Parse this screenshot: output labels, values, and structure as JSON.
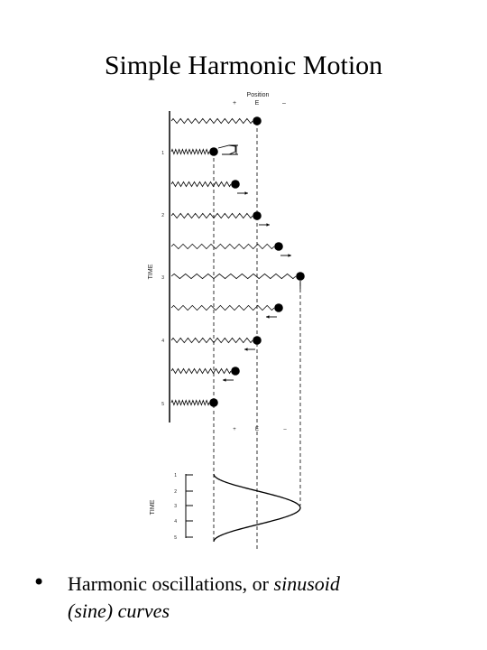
{
  "slide": {
    "title": "Simple Harmonic Motion",
    "bullet": {
      "text_plain": "Harmonic oscillations, or ",
      "text_italic_1": "sinusoid",
      "text_plain_2": " ",
      "text_italic_2": "(sine) curves"
    }
  },
  "figure": {
    "top_axis": {
      "title": "Position",
      "plus": "+",
      "equilibrium": "E",
      "minus": "–"
    },
    "bottom_axis": {
      "plus": "+",
      "equilibrium": "E",
      "minus": "–"
    },
    "time_label": "TIME",
    "upper_time_ticks": [
      "1",
      "2",
      "3",
      "4",
      "5"
    ],
    "lower_time_ticks": [
      "1",
      "2",
      "3",
      "4",
      "5"
    ]
  }
}
